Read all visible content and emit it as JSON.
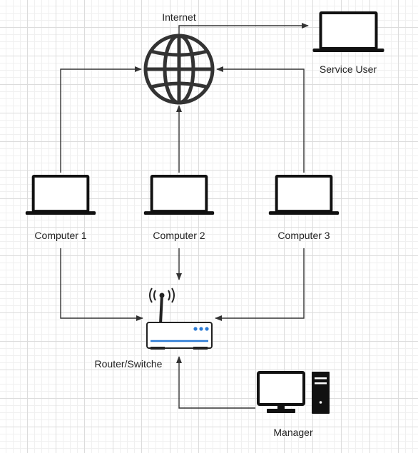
{
  "nodes": {
    "internet": "Internet",
    "service_user": "Service User",
    "computer_1": "Computer 1",
    "computer_2": "Computer 2",
    "computer_3": "Computer 3",
    "router": "Router/Switche",
    "manager": "Manager"
  },
  "edges": [
    {
      "from": "internet",
      "to": "service_user"
    },
    {
      "from": "computer_1",
      "to": "internet"
    },
    {
      "from": "computer_2",
      "to": "internet"
    },
    {
      "from": "computer_3",
      "to": "internet"
    },
    {
      "from": "computer_1",
      "to": "router"
    },
    {
      "from": "computer_2",
      "to": "router"
    },
    {
      "from": "computer_3",
      "to": "router"
    },
    {
      "from": "manager",
      "to": "router"
    }
  ],
  "colors": {
    "stroke": "#333333",
    "icon": "#111111",
    "router_accent": "#2b7bd6",
    "grid": "#dcdcdc"
  }
}
